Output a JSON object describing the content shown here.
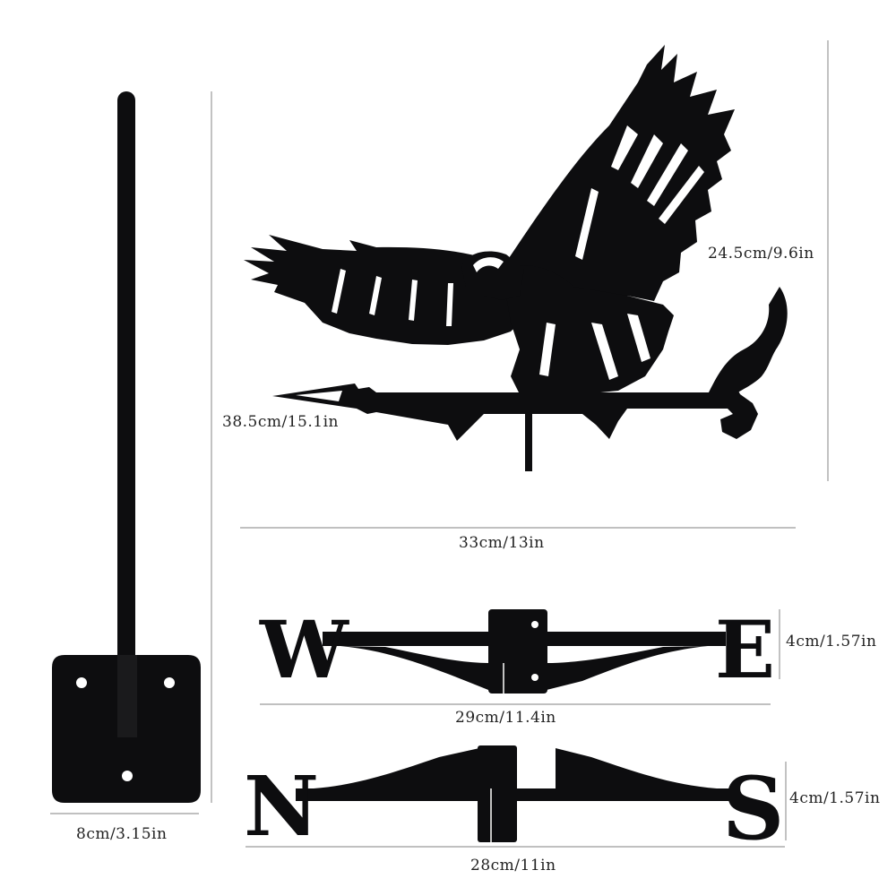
{
  "product": {
    "type": "weathervane",
    "motif": "eagle"
  },
  "colors": {
    "metal": "#0d0d0f",
    "background": "#ffffff",
    "dimension_line": "#9a9a9a",
    "label_text": "#222222"
  },
  "components": {
    "pole": {
      "label": "8cm/3.15in",
      "name": "mounting pole with base plate"
    },
    "eagle": {
      "height_label": "24.5cm/9.6in",
      "length_label": "38.5cm/15.1in",
      "width_label": "33cm/13in"
    },
    "west_east": {
      "letters": [
        "W",
        "E"
      ],
      "width_label": "29cm/11.4in",
      "height_label": "4cm/1.57in"
    },
    "north_south": {
      "letters": [
        "N",
        "S"
      ],
      "width_label": "28cm/11in",
      "height_label": "4cm/1.57in"
    }
  }
}
